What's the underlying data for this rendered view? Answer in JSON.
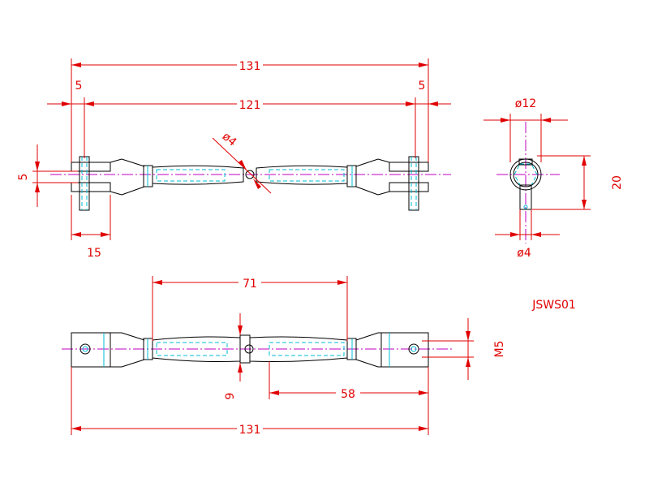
{
  "drawing": {
    "part_number": "JSWS01",
    "colors": {
      "dimension": "#e00000",
      "outline": "#000000",
      "centerline": "#c000c0",
      "hidden": "#00bcd4",
      "background": "#ffffff"
    },
    "front_view": {
      "overall_length": "131",
      "inner_length": "121",
      "end_offset_left": "5",
      "end_offset_right": "5",
      "clevis_gap": "5",
      "clevis_length": "15",
      "center_hole": "ø4"
    },
    "side_view": {
      "body_diameter": "ø12",
      "height": "20",
      "pin_diameter": "ø4"
    },
    "top_view": {
      "body_length": "71",
      "half_length": "58",
      "hex_width": "9",
      "thread": "M5",
      "overall_length": "131"
    }
  }
}
